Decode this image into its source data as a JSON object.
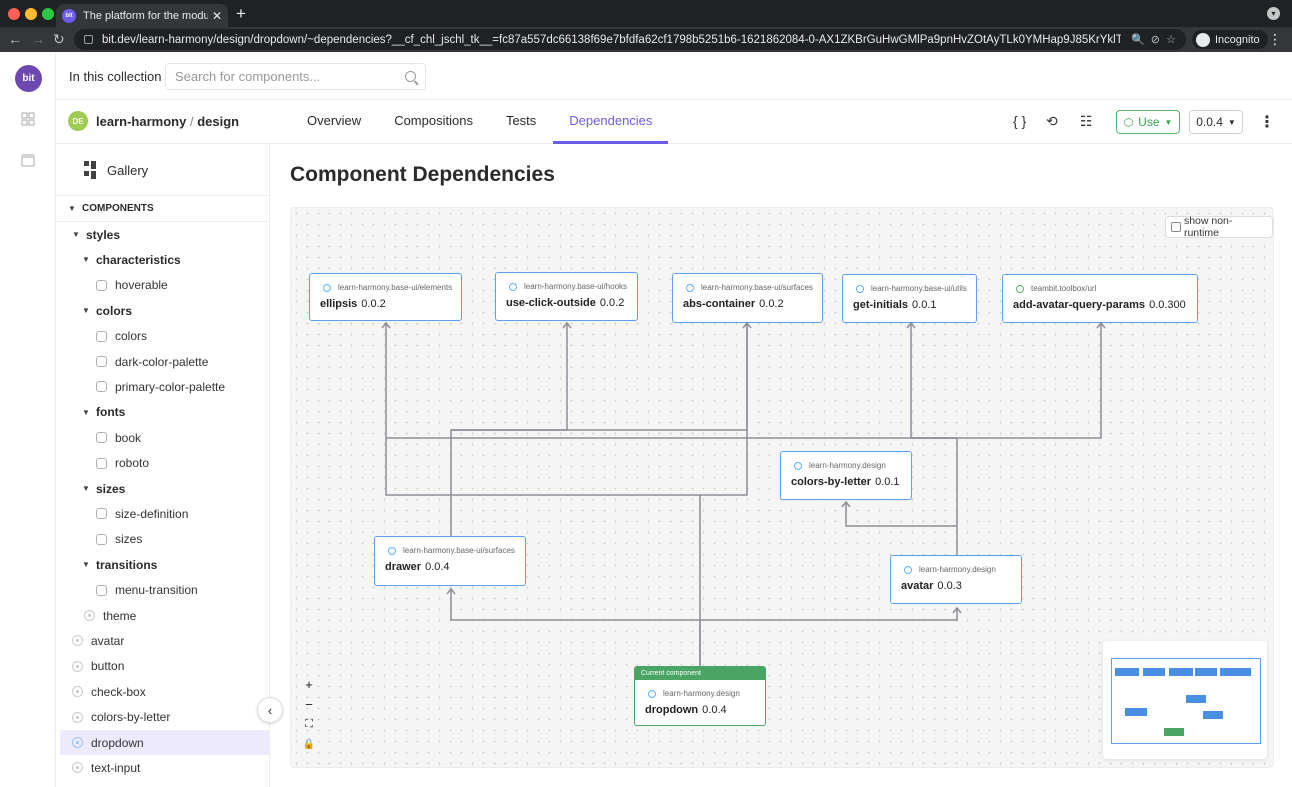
{
  "browser": {
    "tab_title": "The platform for the modular w",
    "tab_favicon_text": "bit",
    "url": "bit.dev/learn-harmony/design/dropdown/~dependencies?__cf_chl_jschl_tk__=fc87a557dc66138f69e7bfdfa62cf1798b5251b6-1621862084-0-AX1ZKBrGuHwGMlPa9pnHvZOtAyTLk0YMHap9J85KrYklTBGkopunl...",
    "profile_label": "Incognito"
  },
  "app": {
    "logo_text": "bit",
    "collection_label": "In this collection",
    "search_placeholder": "Search for components...",
    "scope_avatar": "DE",
    "scope_owner": "learn-harmony",
    "scope_sep": "/",
    "scope_name": "design",
    "tabs": [
      {
        "label": "Overview",
        "active": false
      },
      {
        "label": "Compositions",
        "active": false
      },
      {
        "label": "Tests",
        "active": false
      },
      {
        "label": "Dependencies",
        "active": true
      }
    ],
    "code_icon_text": "{ }",
    "use_label": "Use",
    "version_label": "0.0.4"
  },
  "sidebar": {
    "gallery_label": "Gallery",
    "section_label": "COMPONENTS",
    "tree": [
      {
        "label": "styles",
        "type": "folder",
        "indent": 0
      },
      {
        "label": "characteristics",
        "type": "folder",
        "indent": 1
      },
      {
        "label": "hoverable",
        "type": "leaf",
        "indent": 1
      },
      {
        "label": "colors",
        "type": "folder",
        "indent": 1
      },
      {
        "label": "colors",
        "type": "leaf",
        "indent": 1
      },
      {
        "label": "dark-color-palette",
        "type": "leaf",
        "indent": 1
      },
      {
        "label": "primary-color-palette",
        "type": "leaf",
        "indent": 1
      },
      {
        "label": "fonts",
        "type": "folder",
        "indent": 1
      },
      {
        "label": "book",
        "type": "leaf",
        "indent": 1
      },
      {
        "label": "roboto",
        "type": "leaf",
        "indent": 1
      },
      {
        "label": "sizes",
        "type": "folder",
        "indent": 1
      },
      {
        "label": "size-definition",
        "type": "leaf",
        "indent": 1
      },
      {
        "label": "sizes",
        "type": "leaf",
        "indent": 1
      },
      {
        "label": "transitions",
        "type": "folder",
        "indent": 1
      },
      {
        "label": "menu-transition",
        "type": "leaf",
        "indent": 1
      },
      {
        "label": "theme",
        "type": "component",
        "indent": 1
      },
      {
        "label": "avatar",
        "type": "component",
        "indent": 0
      },
      {
        "label": "button",
        "type": "component",
        "indent": 0
      },
      {
        "label": "check-box",
        "type": "component",
        "indent": 0
      },
      {
        "label": "colors-by-letter",
        "type": "component",
        "indent": 0
      },
      {
        "label": "dropdown",
        "type": "component",
        "indent": 0,
        "selected": true
      },
      {
        "label": "text-input",
        "type": "component",
        "indent": 0
      }
    ]
  },
  "main": {
    "title": "Component Dependencies",
    "show_non_runtime_label": "show non-runtime",
    "current_component_label": "Current component",
    "zoom_controls": {
      "zoom_in": "+",
      "zoom_out": "−",
      "fit": "⛶",
      "lock": "🔒"
    },
    "nodes": [
      {
        "id": "ellipsis",
        "scope": "learn-harmony.base-ui/elements",
        "name": "ellipsis",
        "version": "0.0.2"
      },
      {
        "id": "use-click-outside",
        "scope": "learn-harmony.base-ui/hooks",
        "name": "use-click-outside",
        "version": "0.0.2"
      },
      {
        "id": "abs-container",
        "scope": "learn-harmony.base-ui/surfaces",
        "name": "abs-container",
        "version": "0.0.2"
      },
      {
        "id": "get-initials",
        "scope": "learn-harmony.base-ui/utils",
        "name": "get-initials",
        "version": "0.0.1"
      },
      {
        "id": "add-avatar-query-params",
        "scope": "teambit.toolbox/url",
        "name": "add-avatar-query-params",
        "version": "0.0.300"
      },
      {
        "id": "colors-by-letter",
        "scope": "learn-harmony.design",
        "name": "colors-by-letter",
        "version": "0.0.1"
      },
      {
        "id": "drawer",
        "scope": "learn-harmony.base-ui/surfaces",
        "name": "drawer",
        "version": "0.0.4"
      },
      {
        "id": "avatar",
        "scope": "learn-harmony.design",
        "name": "avatar",
        "version": "0.0.3"
      },
      {
        "id": "dropdown",
        "scope": "learn-harmony.design",
        "name": "dropdown",
        "version": "0.0.4"
      }
    ]
  },
  "colors": {
    "accent": "#6c5ce7",
    "node_border": "#5d9ff0",
    "current_component": "#4aa564",
    "edge": "#8e8e96"
  }
}
